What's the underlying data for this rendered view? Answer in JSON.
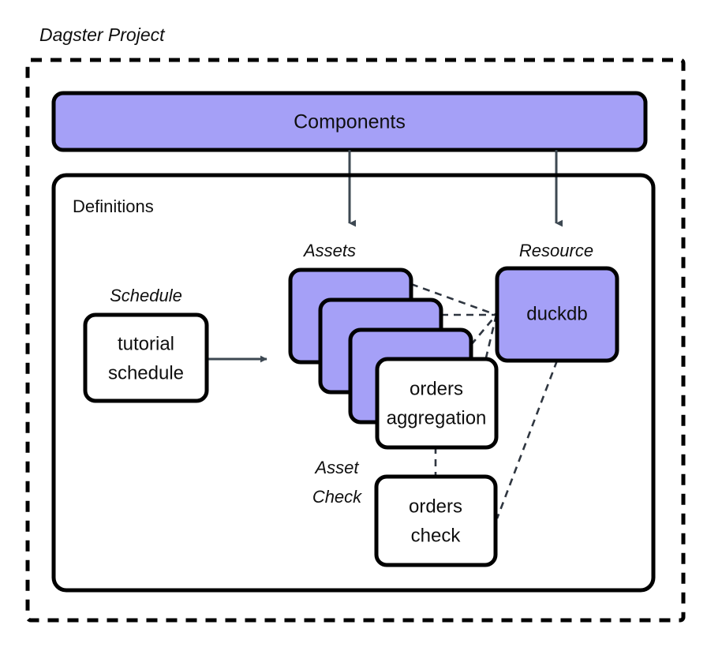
{
  "diagram": {
    "title": "Dagster Project",
    "title_style": "italic",
    "colors": {
      "purple_fill": "#a5a0f7",
      "white_fill": "#ffffff",
      "stroke": "#000000",
      "arrow": "#3d4852",
      "dashed_link": "#2f3640",
      "text": "#0f0f0f",
      "background": "#ffffff"
    },
    "outer_container": {
      "label": "Dagster Project",
      "border_style": "dashed"
    },
    "components_bar": {
      "label": "Components",
      "fill": "#a5a0f7"
    },
    "definitions_container": {
      "label": "Definitions",
      "border_style": "solid"
    },
    "group_labels": {
      "schedule": "Schedule",
      "assets": "Assets",
      "resource": "Resource",
      "asset_check_line1": "Asset",
      "asset_check_line2": "Check"
    },
    "nodes": [
      {
        "id": "tutorial-schedule",
        "kind": "schedule",
        "lines": [
          "tutorial",
          "schedule"
        ],
        "fill": "#ffffff"
      },
      {
        "id": "asset-stack-card-1",
        "kind": "asset",
        "lines": [],
        "fill": "#a5a0f7"
      },
      {
        "id": "asset-stack-card-2",
        "kind": "asset",
        "lines": [],
        "fill": "#a5a0f7"
      },
      {
        "id": "asset-stack-card-3",
        "kind": "asset",
        "lines": [],
        "fill": "#a5a0f7"
      },
      {
        "id": "orders-aggregation",
        "kind": "asset",
        "lines": [
          "orders",
          "aggregation"
        ],
        "fill": "#ffffff"
      },
      {
        "id": "duckdb",
        "kind": "resource",
        "lines": [
          "duckdb"
        ],
        "fill": "#a5a0f7"
      },
      {
        "id": "orders-check",
        "kind": "asset-check",
        "lines": [
          "orders",
          "check"
        ],
        "fill": "#ffffff"
      }
    ],
    "edges": [
      {
        "from": "components-bar",
        "to": "asset-stack",
        "style": "solid-arrow"
      },
      {
        "from": "components-bar",
        "to": "duckdb",
        "style": "solid-arrow"
      },
      {
        "from": "tutorial-schedule",
        "to": "asset-stack",
        "style": "solid-arrow"
      },
      {
        "from": "asset-stack-card-1",
        "to": "duckdb",
        "style": "dashed"
      },
      {
        "from": "asset-stack-card-2",
        "to": "duckdb",
        "style": "dashed"
      },
      {
        "from": "asset-stack-card-3",
        "to": "duckdb",
        "style": "dashed"
      },
      {
        "from": "orders-aggregation",
        "to": "duckdb",
        "style": "dashed"
      },
      {
        "from": "orders-aggregation",
        "to": "orders-check",
        "style": "dashed"
      },
      {
        "from": "duckdb",
        "to": "orders-check",
        "style": "dashed"
      }
    ]
  }
}
